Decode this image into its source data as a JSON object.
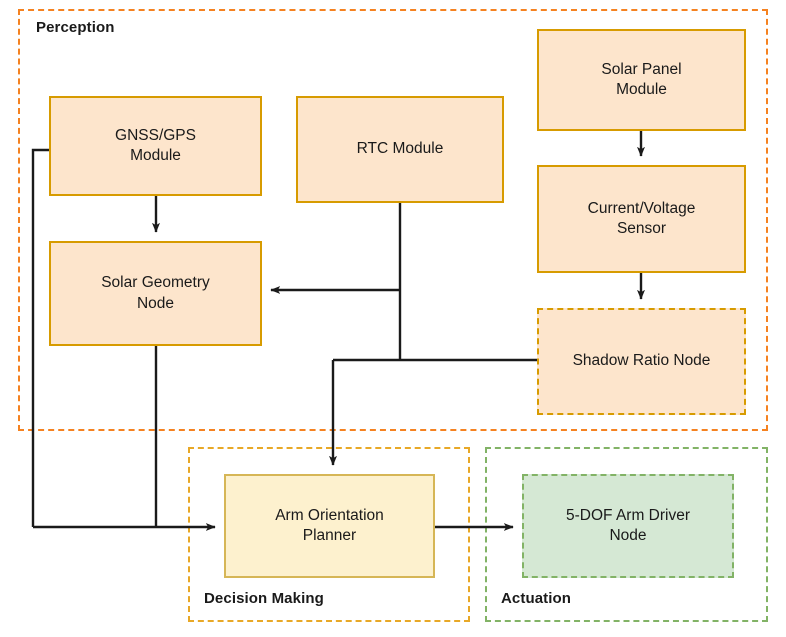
{
  "diagram": {
    "title_present": false,
    "groups": [
      {
        "id": "perception",
        "label": "Perception",
        "border_color": "#F58220",
        "style": "dashed"
      },
      {
        "id": "decision",
        "label": "Decision Making",
        "border_color": "#E8A827",
        "style": "dashed"
      },
      {
        "id": "actuation",
        "label": "Actuation",
        "border_color": "#82B366",
        "style": "dashed"
      }
    ],
    "nodes": [
      {
        "id": "gnss",
        "label": "GNSS/GPS Module",
        "line1": "GNSS/GPS",
        "line2": "Module",
        "fill": "#FDE5CC",
        "border": "#D79B00",
        "style": "solid",
        "group": "perception"
      },
      {
        "id": "rtc",
        "label": "RTC Module",
        "line1": "RTC Module",
        "line2": "",
        "fill": "#FDE5CC",
        "border": "#D79B00",
        "style": "solid",
        "group": "perception"
      },
      {
        "id": "solarpanel",
        "label": "Solar Panel Module",
        "line1": "Solar Panel",
        "line2": "Module",
        "fill": "#FDE5CC",
        "border": "#D79B00",
        "style": "solid",
        "group": "perception"
      },
      {
        "id": "geometry",
        "label": "Solar Geometry Node",
        "line1": "Solar Geometry",
        "line2": "Node",
        "fill": "#FDE5CC",
        "border": "#D79B00",
        "style": "solid",
        "group": "perception"
      },
      {
        "id": "currvolt",
        "label": "Current/Voltage Sensor",
        "line1": "Current/Voltage",
        "line2": "Sensor",
        "fill": "#FDE5CC",
        "border": "#D79B00",
        "style": "solid",
        "group": "perception"
      },
      {
        "id": "shadow",
        "label": "Shadow Ratio Node",
        "line1": "Shadow Ratio Node",
        "line2": "",
        "fill": "#FDE5CC",
        "border": "#D79B00",
        "style": "dashed",
        "group": "perception"
      },
      {
        "id": "planner",
        "label": "Arm Orientation Planner",
        "line1": "Arm Orientation",
        "line2": "Planner",
        "fill": "#FDF1CE",
        "border": "#D6B656",
        "style": "solid",
        "group": "decision"
      },
      {
        "id": "armdriver",
        "label": "5-DOF Arm Driver Node",
        "line1": "5-DOF Arm Driver",
        "line2": "Node",
        "fill": "#D5E8D4",
        "border": "#82B366",
        "style": "dashed",
        "group": "actuation"
      }
    ],
    "edges": [
      {
        "from": "gnss",
        "to": "geometry",
        "label": ""
      },
      {
        "from": "rtc",
        "to": "geometry",
        "label": ""
      },
      {
        "from": "solarpanel",
        "to": "currvolt",
        "label": ""
      },
      {
        "from": "currvolt",
        "to": "shadow",
        "label": ""
      },
      {
        "from": "rtc",
        "to": "planner",
        "label": ""
      },
      {
        "from": "shadow",
        "to": "planner",
        "label": ""
      },
      {
        "from": "gnss",
        "to": "planner",
        "label": ""
      },
      {
        "from": "geometry",
        "to": "planner",
        "label": ""
      },
      {
        "from": "planner",
        "to": "armdriver",
        "label": ""
      }
    ],
    "edge_color": "#1a1a1a"
  }
}
